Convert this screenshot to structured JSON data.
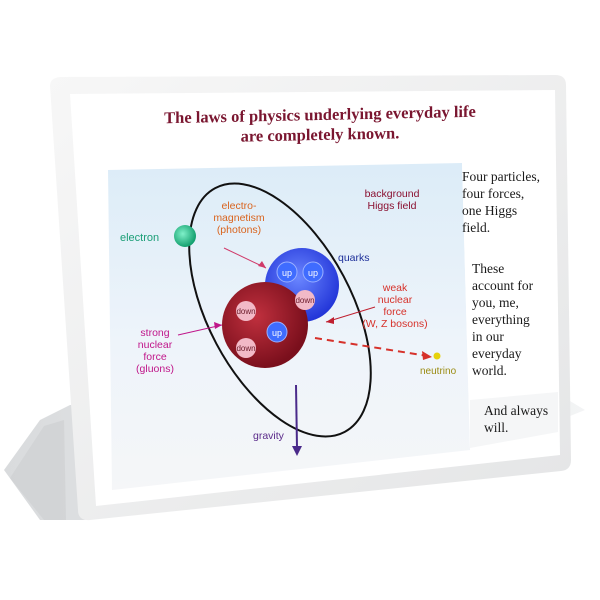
{
  "slide": {
    "title_line1": "The laws of physics underlying everyday life",
    "title_line2": "are completely known.",
    "side_text_1": [
      "Four particles,",
      "four forces,",
      "one Higgs",
      "field."
    ],
    "side_text_2": [
      "These",
      "account for",
      "you, me,",
      "everything",
      "in our",
      "everyday",
      "world."
    ],
    "side_text_3": [
      "And always",
      "will."
    ]
  },
  "diagram": {
    "electron": "electron",
    "electromagnetism": [
      "electro-",
      "magnetism",
      "(photons)"
    ],
    "higgs": [
      "background",
      "Higgs field"
    ],
    "quarks": "quarks",
    "weak": [
      "weak",
      "nuclear",
      "force",
      "(W, Z bosons)"
    ],
    "strong": [
      "strong",
      "nuclear",
      "force",
      "(gluons)"
    ],
    "neutrino": "neutrino",
    "gravity": "gravity",
    "quark_up": "up",
    "quark_down": "down"
  },
  "colors": {
    "title": "#7a1630",
    "electron": "#1b9e77",
    "orange_label": "#d9641e",
    "magenta_label": "#c0168a",
    "red_label": "#d6312a",
    "blue_label": "#1d2f9a",
    "neutrino": "#9a8b12",
    "gravity": "#5a2a8a"
  }
}
